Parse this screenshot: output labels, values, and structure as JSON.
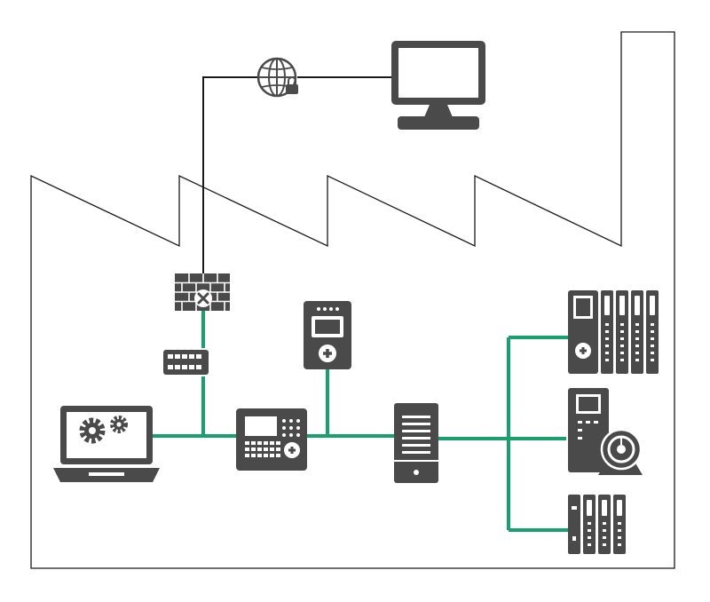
{
  "diagram": {
    "colors": {
      "device": "#4a4a4a",
      "device_light": "#ffffff",
      "network": "#1aa06d",
      "outline": "#1a1a1a",
      "background": "#ffffff"
    },
    "nodes": [
      {
        "id": "remote-monitor",
        "icon": "desktop-monitor-icon"
      },
      {
        "id": "secure-internet",
        "icon": "globe-lock-icon"
      },
      {
        "id": "firewall",
        "icon": "firewall-brick-wall-icon"
      },
      {
        "id": "network-switch",
        "icon": "network-switch-icon"
      },
      {
        "id": "engineering-laptop",
        "icon": "laptop-gears-icon"
      },
      {
        "id": "hmi-panel",
        "icon": "hmi-keypad-panel-icon"
      },
      {
        "id": "handheld-terminal",
        "icon": "handheld-controller-icon"
      },
      {
        "id": "server",
        "icon": "server-tower-icon"
      },
      {
        "id": "plc-io-rack",
        "icon": "plc-io-modules-icon"
      },
      {
        "id": "drive-motor",
        "icon": "drive-with-motor-icon"
      },
      {
        "id": "remote-io",
        "icon": "remote-io-modules-icon"
      }
    ],
    "links": [
      {
        "from": "remote-monitor",
        "to": "secure-internet",
        "type": "internet"
      },
      {
        "from": "secure-internet",
        "to": "firewall",
        "type": "internet"
      },
      {
        "from": "firewall",
        "to": "network-switch",
        "type": "ethernet"
      },
      {
        "from": "network-switch",
        "to": "engineering-laptop",
        "type": "ethernet"
      },
      {
        "from": "engineering-laptop",
        "to": "hmi-panel",
        "type": "ethernet"
      },
      {
        "from": "hmi-panel",
        "to": "handheld-terminal",
        "type": "ethernet"
      },
      {
        "from": "hmi-panel",
        "to": "server",
        "type": "ethernet"
      },
      {
        "from": "server",
        "to": "plc-io-rack",
        "type": "ethernet"
      },
      {
        "from": "server",
        "to": "drive-motor",
        "type": "ethernet"
      },
      {
        "from": "server",
        "to": "remote-io",
        "type": "ethernet"
      }
    ]
  }
}
